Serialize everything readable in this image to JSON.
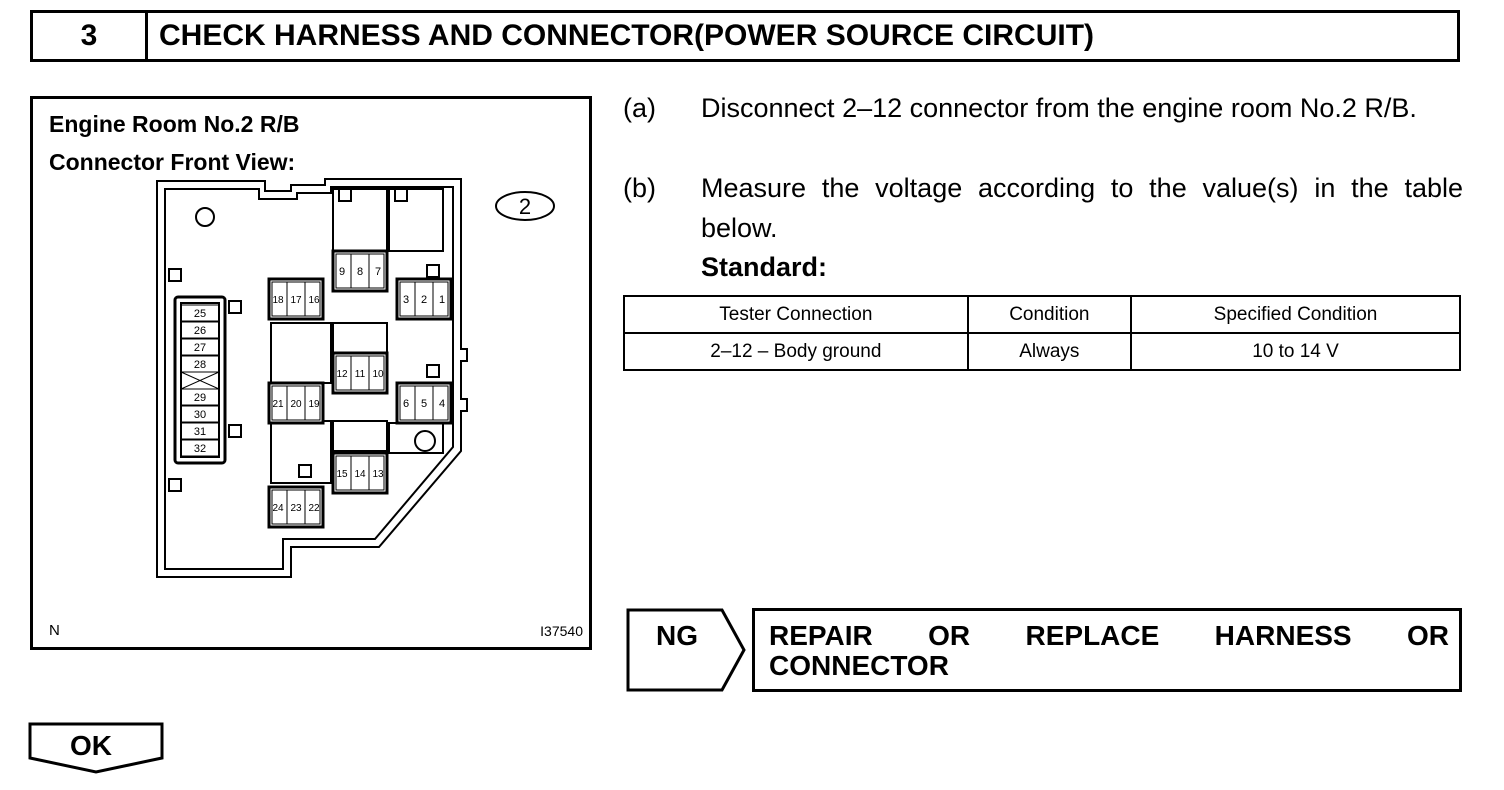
{
  "header": {
    "step_number": "3",
    "title": "CHECK HARNESS AND CONNECTOR(POWER SOURCE CIRCUIT)"
  },
  "figure": {
    "title_line1": "Engine Room No.2 R/B",
    "title_line2": "Connector Front View:",
    "callout": "2",
    "footer_left": "N",
    "footer_code": "I37540",
    "groups": [
      {
        "id": "g987",
        "pins": [
          "9",
          "8",
          "7"
        ]
      },
      {
        "id": "g181716",
        "pins": [
          "18",
          "17",
          "16"
        ]
      },
      {
        "id": "g321",
        "pins": [
          "3",
          "2",
          "1"
        ]
      },
      {
        "id": "g121110",
        "pins": [
          "12",
          "11",
          "10"
        ]
      },
      {
        "id": "g212019",
        "pins": [
          "21",
          "20",
          "19"
        ]
      },
      {
        "id": "g654",
        "pins": [
          "6",
          "5",
          "4"
        ]
      },
      {
        "id": "g151413",
        "pins": [
          "15",
          "14",
          "13"
        ]
      },
      {
        "id": "g242322",
        "pins": [
          "24",
          "23",
          "22"
        ]
      }
    ],
    "vertical_pins": [
      "25",
      "26",
      "27",
      "28",
      "29",
      "30",
      "31",
      "32"
    ]
  },
  "steps": [
    {
      "label": "(a)",
      "text": "Disconnect 2–12 connector from the engine room No.2 R/B."
    },
    {
      "label": "(b)",
      "text": "Measure the voltage according to the value(s) in the table below."
    }
  ],
  "standard_label": "Standard:",
  "table": {
    "headers": [
      "Tester Connection",
      "Condition",
      "Specified Condition"
    ],
    "rows": [
      [
        "2–12 – Body ground",
        "Always",
        "10 to 14 V"
      ]
    ]
  },
  "results": {
    "ng_label": "NG",
    "ng_action_line1": "REPAIR OR REPLACE HARNESS OR",
    "ng_action_line2": "CONNECTOR",
    "ok_label": "OK"
  }
}
